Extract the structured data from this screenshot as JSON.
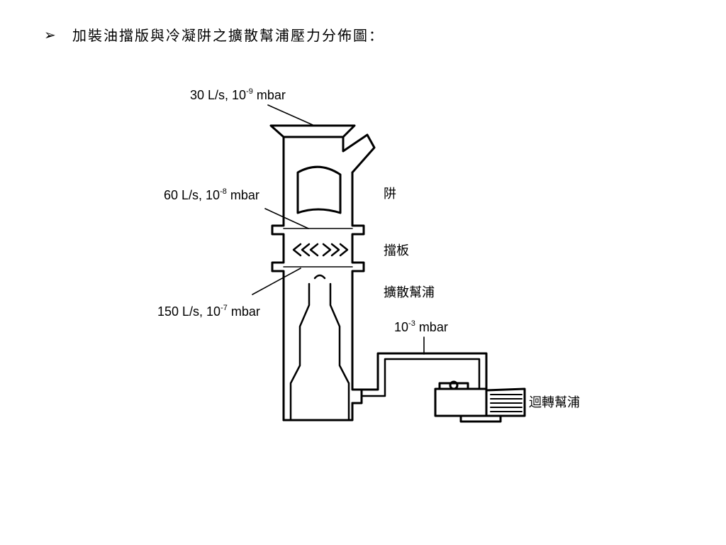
{
  "slide": {
    "bullet": "➢",
    "title": "加裝油擋版與冷凝阱之擴散幫浦壓力分佈圖："
  },
  "diagram": {
    "labels": {
      "top": {
        "main": "30 L/s, 10",
        "exp": "-9",
        "unit": " mbar"
      },
      "mid": {
        "main": "60 L/s, 10",
        "exp": "-8",
        "unit": " mbar"
      },
      "low": {
        "main": "150 L/s, 10",
        "exp": "-7",
        "unit": " mbar"
      },
      "fore": {
        "main": "10",
        "exp": "-3",
        "unit": " mbar"
      }
    },
    "parts": {
      "trap": "阱",
      "baffle": "擋板",
      "diffusion_pump": "擴散幫浦",
      "rotary_pump": "迴轉幫浦"
    }
  }
}
